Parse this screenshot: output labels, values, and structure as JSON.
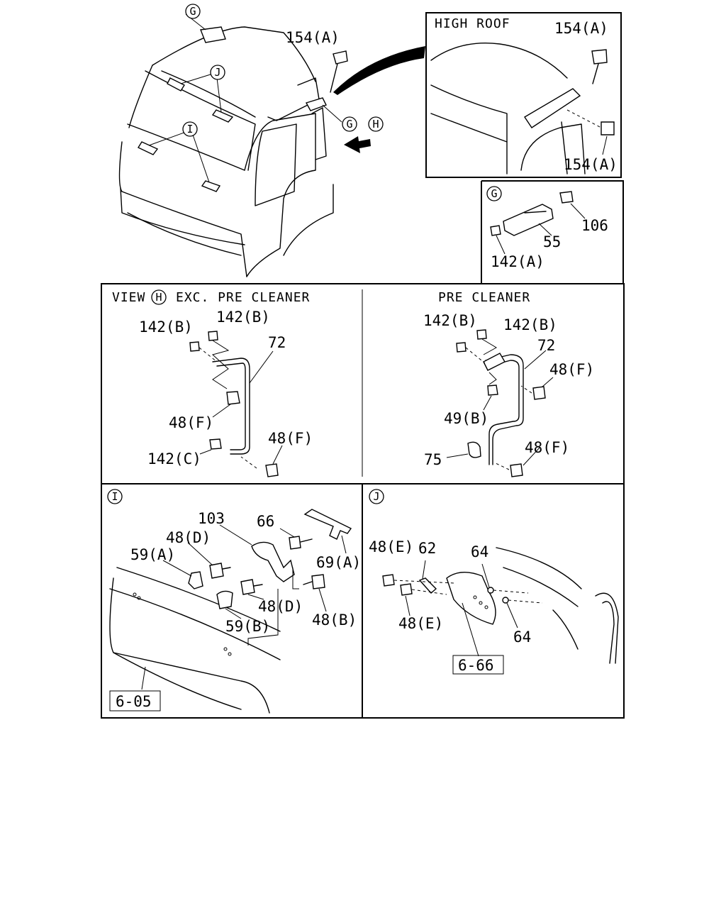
{
  "panels": {
    "high_roof": {
      "title": "HIGH ROOF"
    },
    "view_h": {
      "title": "VIEW",
      "circle": "H",
      "subtitle": "EXC. PRE CLEANER"
    },
    "pre_cleaner": {
      "title": "PRE CLEANER"
    },
    "panel_g": {
      "circle": "G"
    },
    "panel_i": {
      "circle": "I"
    },
    "panel_j": {
      "circle": "J"
    }
  },
  "main_view": {
    "callouts": [
      "G",
      "J",
      "I",
      "G",
      "H"
    ],
    "labels": {
      "bolt": "154(A)"
    }
  },
  "high_roof_labels": {
    "top": "154(A)",
    "bottom": "154(A)"
  },
  "panel_g_labels": {
    "bolt": "106",
    "bracket": "55",
    "nut": "142(A)"
  },
  "view_h_labels": {
    "nut_left": "142(B)",
    "nut_right": "142(B)",
    "handle": "72",
    "bolt_mid": "48(F)",
    "nut_bottom": "142(C)",
    "bolt_bottom": "48(F)"
  },
  "pre_cleaner_labels": {
    "nut_left": "142(B)",
    "nut_right": "142(B)",
    "handle": "72",
    "bolt_top": "48(F)",
    "nut_mid": "49(B)",
    "pad": "75",
    "bolt_bottom": "48(F)"
  },
  "panel_i_labels": {
    "bracket": "103",
    "bolt_top": "66",
    "bolt_left": "48(D)",
    "clip_a": "59(A)",
    "plate": "69(A)",
    "bolt_mid": "48(D)",
    "clip_b": "59(B)",
    "bolt_right": "48(B)",
    "ref": "6-05"
  },
  "panel_j_labels": {
    "bolt_top": "48(E)",
    "bracket": "62",
    "nut_top": "64",
    "bolt_bottom": "48(E)",
    "nut_bottom": "64",
    "ref": "6-66"
  }
}
